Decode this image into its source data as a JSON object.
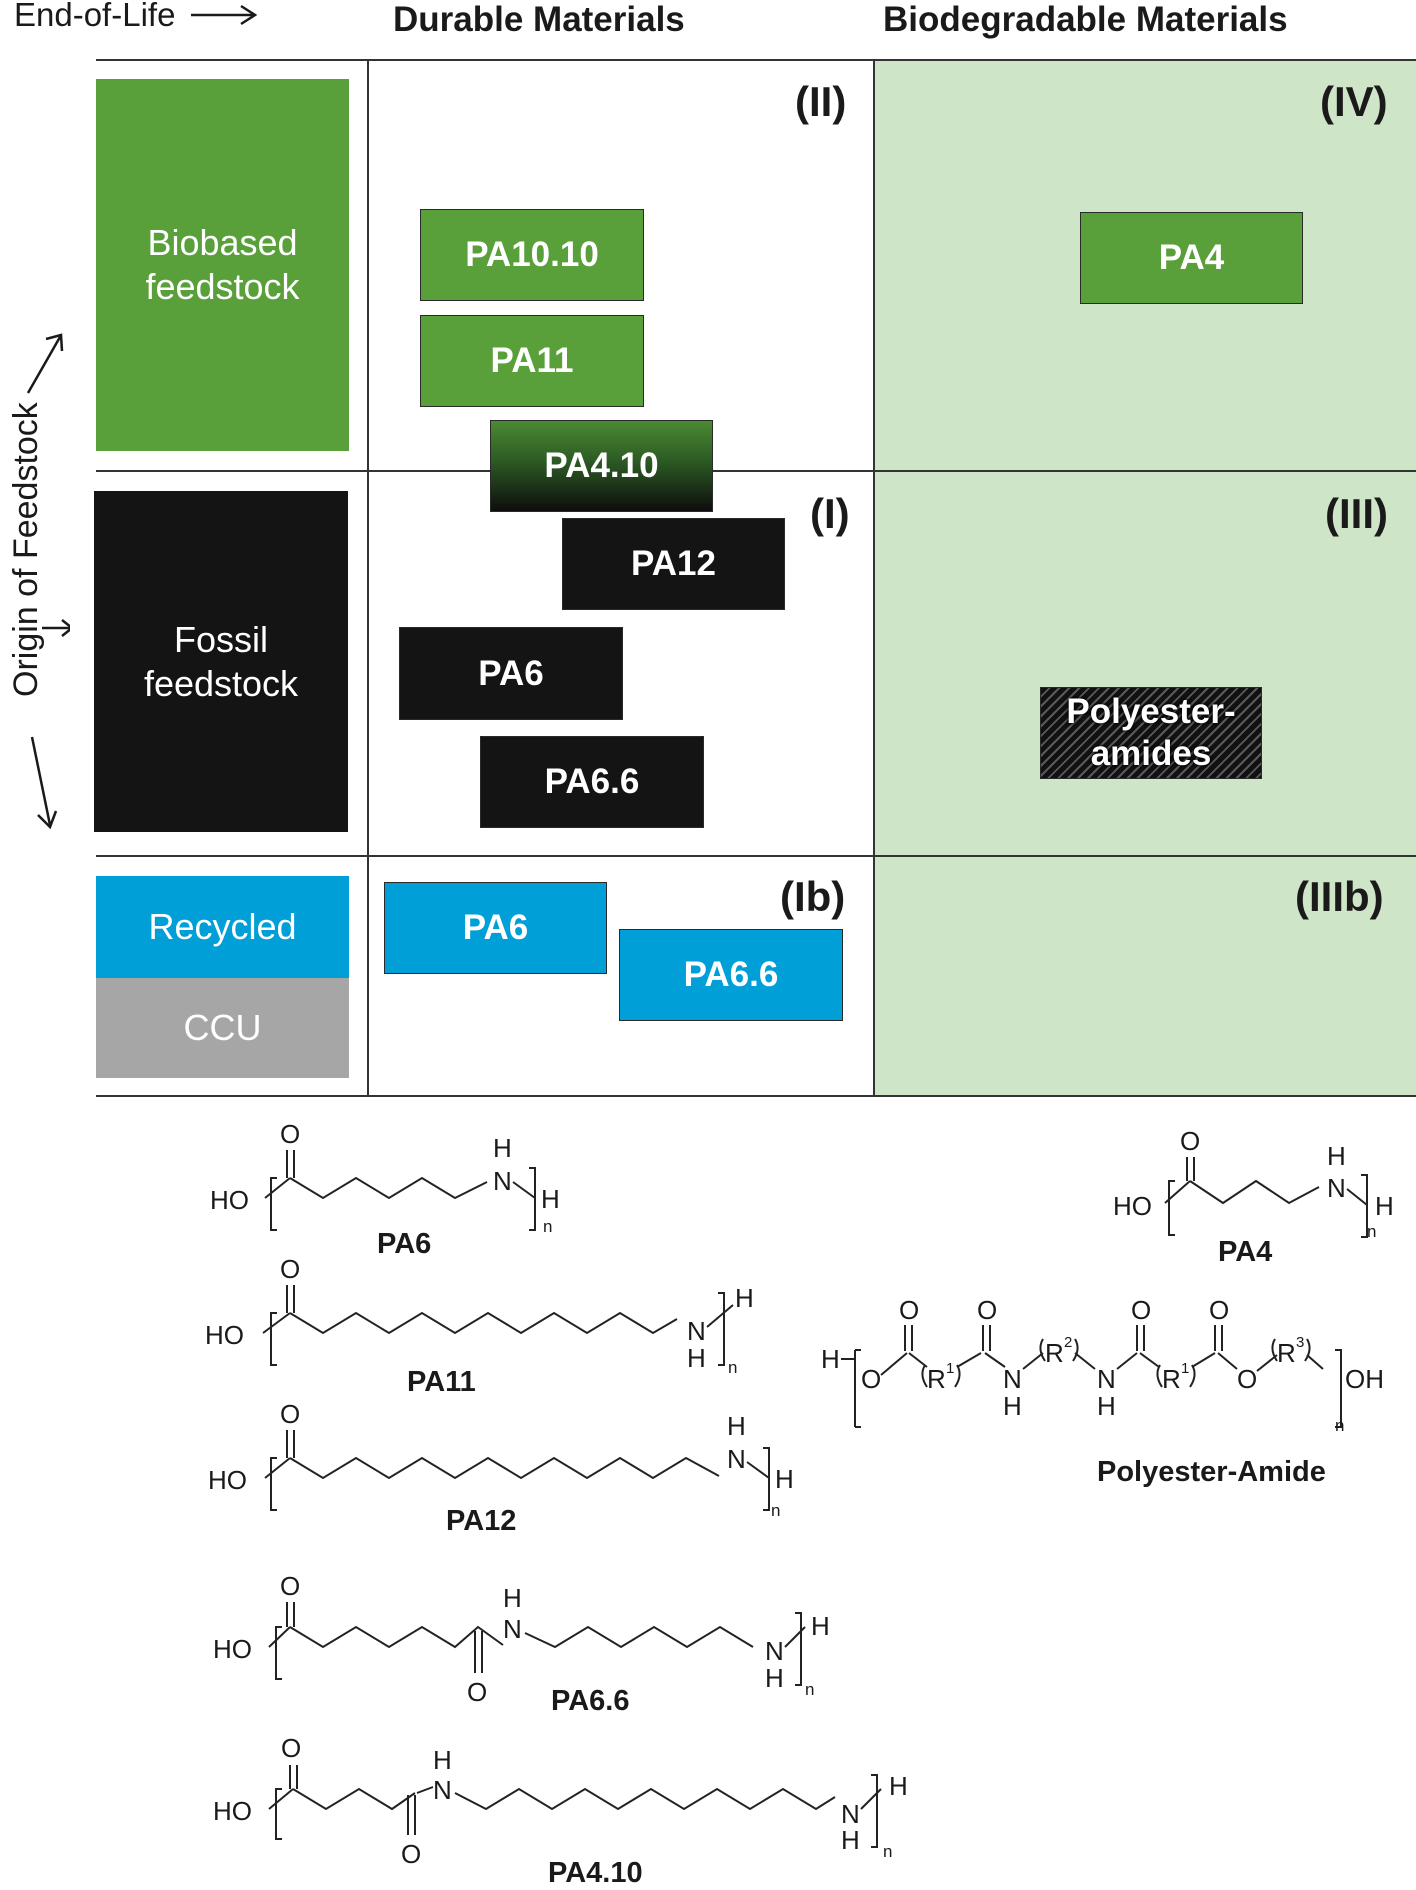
{
  "axes": {
    "end_of_life": "End-of-Life",
    "origin": "Origin of Feedstock",
    "col_durable": "Durable Materials",
    "col_biodegradable": "Biodegradable Materials"
  },
  "categories": {
    "biobased": [
      "Biobased",
      "feedstock"
    ],
    "fossil": [
      "Fossil",
      "feedstock"
    ],
    "recycled": "Recycled",
    "ccu": "CCU"
  },
  "quadrants": {
    "q2": "(II)",
    "q4": "(IV)",
    "q1": "(I)",
    "q3": "(III)",
    "q1b": "(Ib)",
    "q3b": "(IIIb)"
  },
  "materials": {
    "pa1010": "PA10.10",
    "pa11": "PA11",
    "pa410": "PA4.10",
    "pa12": "PA12",
    "pa6": "PA6",
    "pa66": "PA6.6",
    "pa4": "PA4",
    "polyesteramides": [
      "Polyester-",
      "amides"
    ],
    "pa6_recycled": "PA6",
    "pa66_recycled": "PA6.6"
  },
  "structures": {
    "pa6": "PA6",
    "pa11": "PA11",
    "pa12": "PA12",
    "pa66": "PA6.6",
    "pa410": "PA4.10",
    "pa4": "PA4",
    "polyester_amide": "Polyester-Amide"
  },
  "atoms": {
    "ho": "HO",
    "oh": "OH",
    "h": "H",
    "o": "O",
    "n": "N",
    "nh": "NH",
    "sub_n": "n",
    "r1": "R",
    "r2": "R",
    "r3": "R",
    "sup1": "1",
    "sup2": "2",
    "sup3": "3"
  },
  "colors": {
    "biobased": "#59a03a",
    "fossil": "#141414",
    "recycled": "#009fd8",
    "ccu": "#a6a6a6",
    "biodegradable_bg": "#cfe5c8"
  }
}
